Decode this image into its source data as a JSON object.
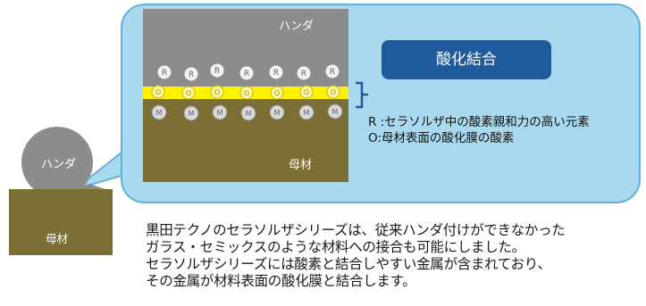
{
  "diagram": {
    "solder_label_top": "ハンダ",
    "base_label_inner": "母材",
    "solder_label_left": "ハンダ",
    "base_label_left": "母材",
    "bond_box_label": "酸化結合",
    "atom_r": "R",
    "atom_o": "O",
    "atom_m": "M",
    "legend": [
      "R :セラソルザ中の酸素親和力の高い元素",
      "O:母材表面の酸化膜の酸素"
    ],
    "colors": {
      "bubble_fill": "#a9d9ee",
      "bubble_stroke": "#5fb3d6",
      "solder_gray": "#8c8c8c",
      "base_olive": "#7b6f35",
      "oxide_yellow": "#fff200",
      "box_navy": "#1f5a9c"
    }
  },
  "caption": [
    "黒田テクノのセラソルザシリーズは、従来ハンダ付けができなかった",
    "ガラス・セミックスのような材料への接合も可能にしました。",
    "セラソルザシリーズには酸素と結合しやすい金属が含まれており、",
    "その金属が材料表面の酸化膜と結合します。"
  ]
}
